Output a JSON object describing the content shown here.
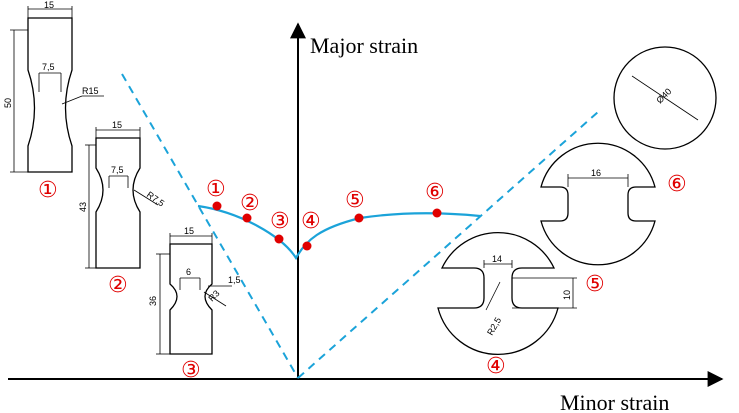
{
  "axes": {
    "y_label": "Major strain",
    "x_label": "Minor strain"
  },
  "markers": [
    "①",
    "②",
    "③",
    "④",
    "⑤",
    "⑥"
  ],
  "specimens": {
    "s1": {
      "width": "15",
      "neck": "7,5",
      "radius": "R15",
      "length": "50"
    },
    "s2": {
      "width": "15",
      "neck": "7,5",
      "radius": "R7,5",
      "length": "43"
    },
    "s3": {
      "width": "15",
      "neck": "6",
      "notch": "1,5",
      "radius": "R3",
      "length": "36"
    },
    "s4": {
      "neck": "14",
      "radius": "R2,5",
      "height": "10"
    },
    "s5": {
      "neck": "16"
    },
    "s6": {
      "diameter": "Ø40"
    }
  },
  "colors": {
    "flc_curve": "#1ba3d9",
    "safety_lines": "#1ba3d9",
    "points": "#e00000",
    "labels": "#e00000"
  }
}
